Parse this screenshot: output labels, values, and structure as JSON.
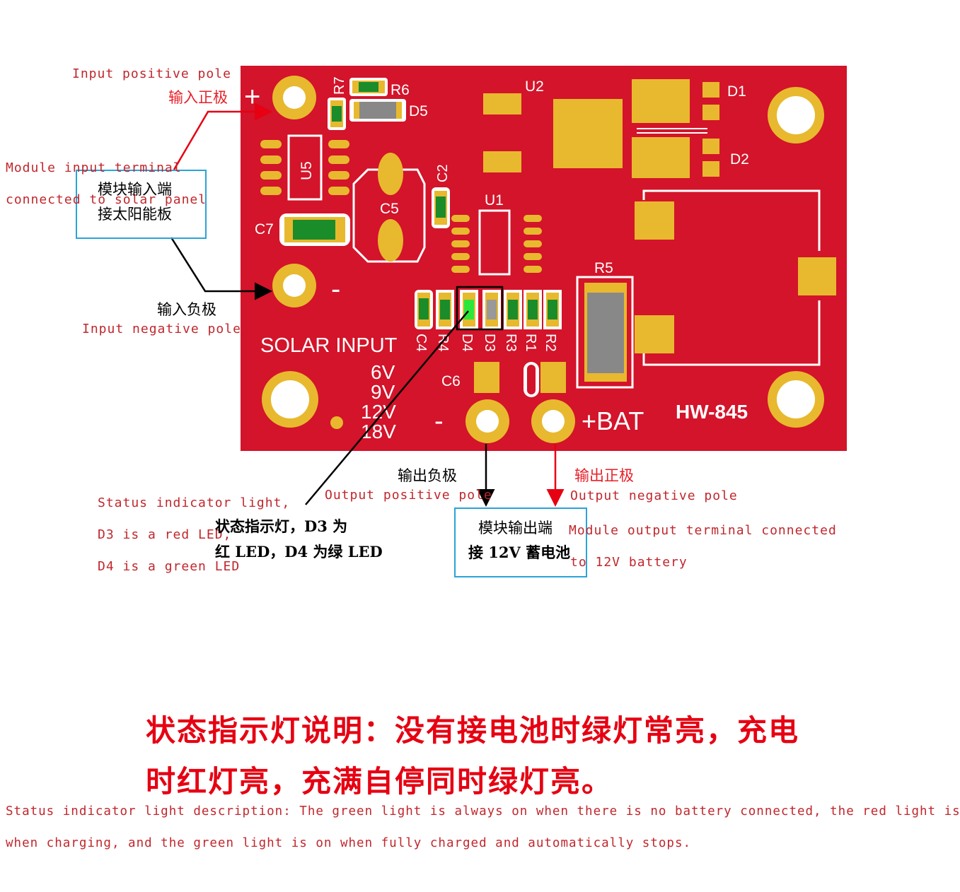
{
  "board": {
    "model": "HW-845",
    "solar_input": "SOLAR INPUT",
    "voltages": [
      "6V",
      "9V",
      "12V",
      "18V"
    ],
    "bat_label": "+BAT",
    "minus": "-",
    "plus": "+",
    "components": {
      "R7": "R7",
      "R6": "R6",
      "D5": "D5",
      "U2": "U2",
      "D1": "D1",
      "D2": "D2",
      "U5": "U5",
      "C2": "C2",
      "C5": "C5",
      "C7": "C7",
      "U1": "U1",
      "R5": "R5",
      "C6": "C6",
      "C4": "C4",
      "R4": "R4",
      "D4": "D4",
      "D3": "D3",
      "R3": "R3",
      "R1": "R1",
      "R2": "R2"
    },
    "colors": {
      "pcb": "#d3142a",
      "pad": "#e8b92e",
      "led_green": "#1a8c2a"
    }
  },
  "annotations": {
    "input_positive_en": "Input positive pole",
    "input_positive_cn": "输入正极",
    "module_input_en_1": "Module input terminal",
    "module_input_en_2": "connected to solar panel",
    "module_input_cn_1": "模块输入端",
    "module_input_cn_2": "接太阳能板",
    "input_negative_cn": "输入负极",
    "input_negative_en": "Input negative pole",
    "output_negative_cn": "输出负极",
    "output_negative_en": "Output positive pole",
    "output_positive_cn": "输出正极",
    "output_positive_en": "Output negative pole",
    "status_en_1": "Status indicator light,",
    "status_en_2": "D3 is a red LED,",
    "status_en_3": "D4 is a green LED",
    "status_cn_1": "状态指示灯，D3 为",
    "status_cn_2": "红 LED，D4 为绿 LED",
    "module_output_cn_1": "模块输出端",
    "module_output_cn_2": "接 12V 蓄电池",
    "module_output_en_1": "Module output terminal connected",
    "module_output_en_2": "to 12V battery"
  },
  "description": {
    "cn_line1": "状态指示灯说明：没有接电池时绿灯常亮，充电",
    "cn_line2": "时红灯亮，充满自停同时绿灯亮。",
    "en_line1": "Status indicator light description: The green light is always on when there is no battery connected, the red light is on",
    "en_line2": "when charging, and the green light is on when fully charged and automatically stops."
  }
}
